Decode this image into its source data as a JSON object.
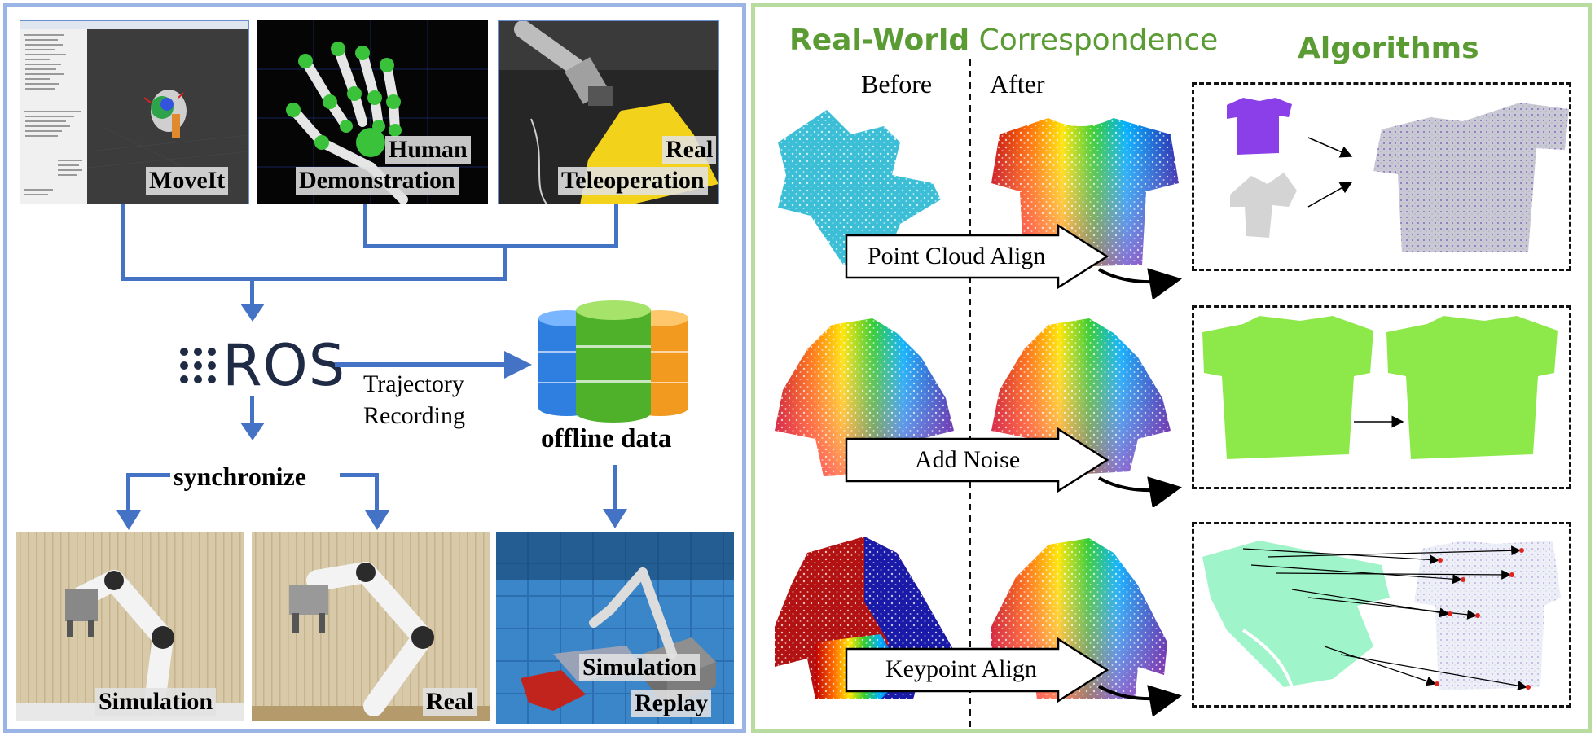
{
  "colors": {
    "left_border": "#9bb4e6",
    "right_border": "#b8dca0",
    "connector_blue": "#4472c4",
    "ros_dark": "#1f2a44",
    "header_green": "#5a9b34"
  },
  "left": {
    "top_images": [
      {
        "caption_lines": [
          "MoveIt"
        ]
      },
      {
        "caption_lines": [
          "Human",
          "Demonstration"
        ]
      },
      {
        "caption_lines": [
          "Real",
          "Teleoperation"
        ]
      }
    ],
    "ros_label": "ROS",
    "trajectory_label_lines": [
      "Trajectory",
      "Recording"
    ],
    "offline_data_label": "offline data",
    "synchronize_label": "synchronize",
    "bottom_images": [
      {
        "caption_lines": [
          "Simulation"
        ]
      },
      {
        "caption_lines": [
          "Real"
        ]
      },
      {
        "caption_lines": [
          "Simulation",
          "Replay"
        ]
      }
    ]
  },
  "right": {
    "header_left_bold": "Real-World",
    "header_left_rest": "Correspondence",
    "header_right": "Algorithms",
    "before_label": "Before",
    "after_label": "After",
    "rows": [
      {
        "arrow_label": "Point Cloud Align"
      },
      {
        "arrow_label": "Add Noise"
      },
      {
        "arrow_label": "Keypoint Align"
      }
    ]
  }
}
